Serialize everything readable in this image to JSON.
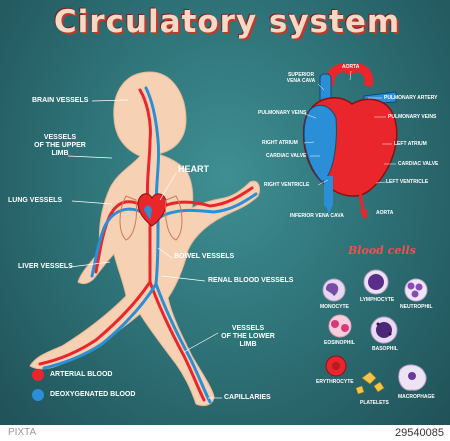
{
  "title": "Circulatory system",
  "body_labels": {
    "brain_vessels": "BRAIN VESSELS",
    "vessels_upper_limb_1": "VESSELS",
    "vessels_upper_limb_2": "OF THE UPPER",
    "vessels_upper_limb_3": "LIMB",
    "lung_vessels": "LUNG VESSELS",
    "heart": "HEART",
    "liver_vessels": "LIVER VESSELS",
    "bowel_vessels": "BOWEL VESSELS",
    "renal_blood_vessels": "RENAL BLOOD VESSELS",
    "vessels_lower_limb_1": "VESSELS",
    "vessels_lower_limb_2": "OF THE LOWER",
    "vessels_lower_limb_3": "LIMB",
    "capillaries": "CAPILLARIES"
  },
  "heart_labels": {
    "aorta_top": "AORTA",
    "superior_vena_cava_1": "SUPERIOR",
    "superior_vena_cava_2": "VENA CAVA",
    "pulmonary_artery": "PULMONARY ARTERY",
    "pulmonary_veins_left": "PULMONARY VEINS",
    "pulmonary_veins_right": "PULMONARY VEINS",
    "right_atrium": "RIGHT ATRIUM",
    "left_atrium": "LEFT ATRIUM",
    "cardiac_valve_left": "CARDIAC VALVE",
    "cardiac_valve_right": "CARDIAC VALVE",
    "right_ventricle": "RIGHT VENTRICLE",
    "left_ventricle": "LEFT VENTRICLE",
    "inferior_vena_cava": "INFERIOR VENA CAVA",
    "aorta_bottom": "AORTA"
  },
  "blood_cells": {
    "title": "Blood cells",
    "monocyte": "MONOCYTE",
    "lymphocyte": "LYMPHOCYTE",
    "neutrophil": "NEUTROPHIL",
    "eosinophil": "EOSINOPHIL",
    "basophil": "BASOPHIL",
    "erythrocyte": "ERYTHROCYTE",
    "platelets": "PLATELETS",
    "macrophage": "MACROPHAGE"
  },
  "legend": {
    "arterial": "ARTERIAL BLOOD",
    "deoxygenated": "DEOXYGENATED BLOOD"
  },
  "watermark": {
    "id": "29540085",
    "logo": "PIXTA"
  },
  "colors": {
    "arterial": "#e8262b",
    "venous": "#2a8fd6",
    "skin": "#f7d1b3",
    "title_shadow": "#c0392b"
  }
}
